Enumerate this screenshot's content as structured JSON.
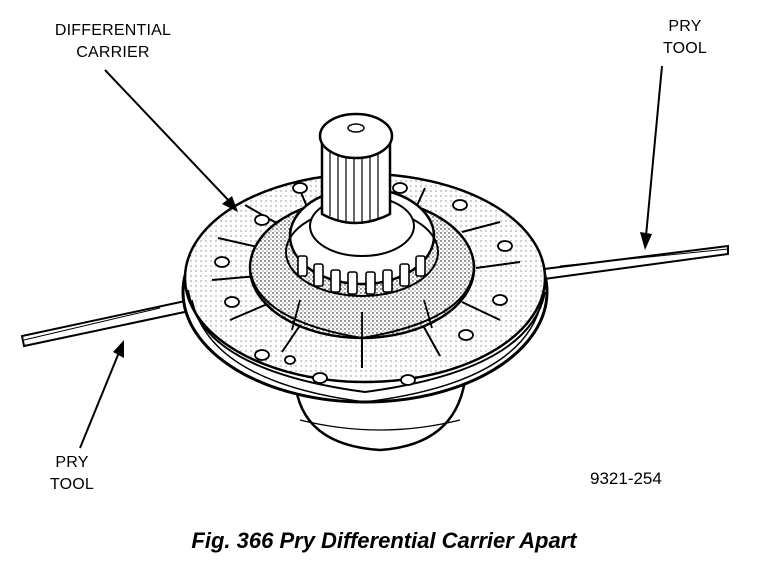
{
  "labels": {
    "differential_carrier_line1": "DIFFERENTIAL",
    "differential_carrier_line2": "CARRIER",
    "pry_tool_right_line1": "PRY",
    "pry_tool_right_line2": "TOOL",
    "pry_tool_left_line1": "PRY",
    "pry_tool_left_line2": "TOOL"
  },
  "figure_number": "9321-254",
  "caption": "Fig. 366 Pry Differential Carrier Apart"
}
